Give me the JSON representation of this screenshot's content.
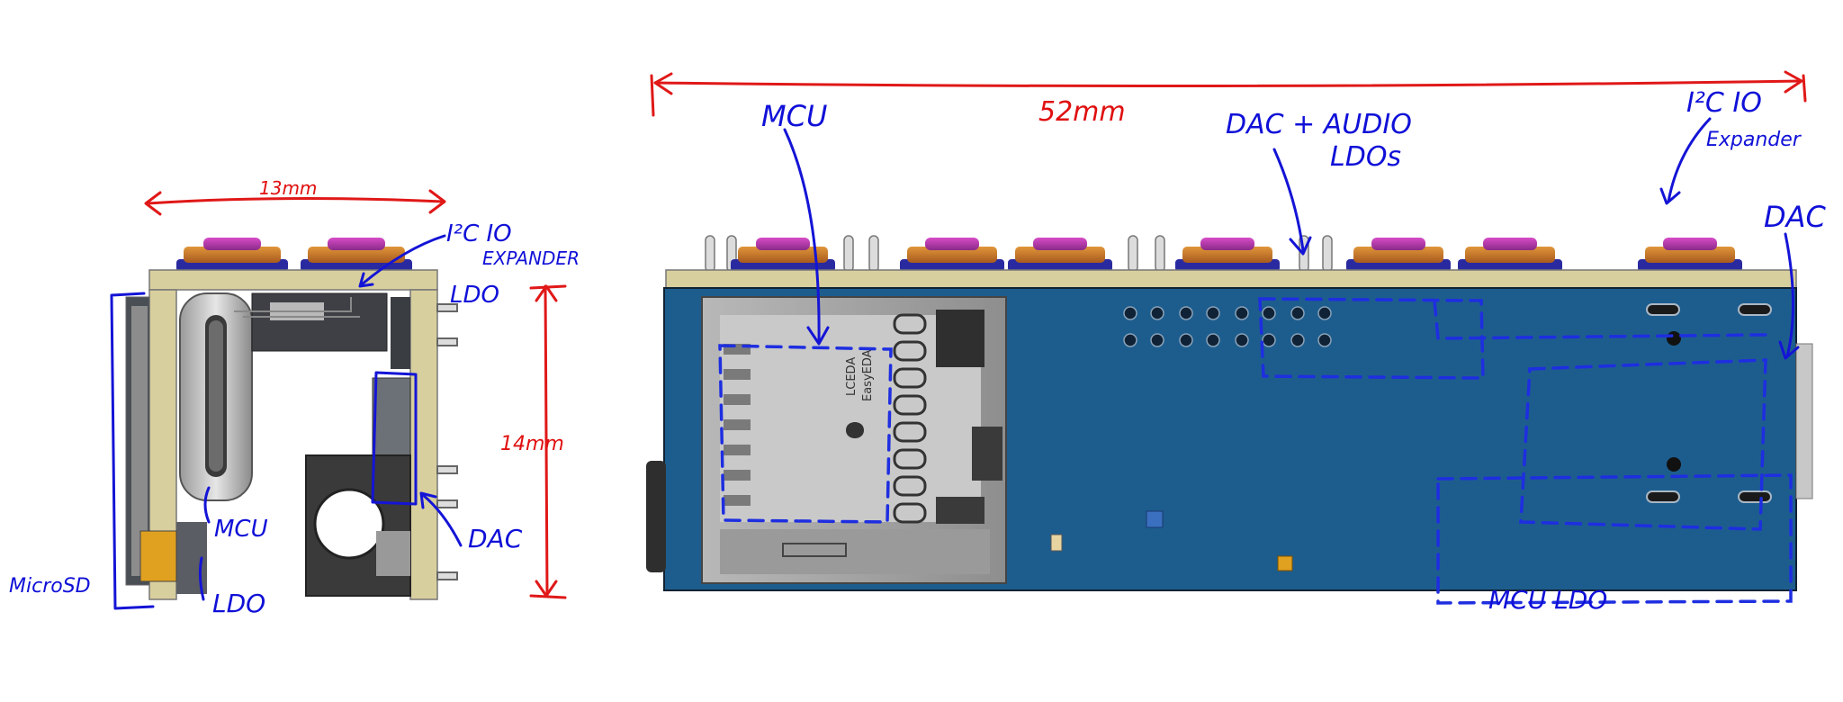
{
  "left_view": {
    "dimensions": {
      "width": "13mm",
      "height": "14mm"
    },
    "labels": {
      "i2c_line1": "I²C IO",
      "i2c_line2": "EXPANDER",
      "ldo_top": "LDO",
      "mcu": "MCU",
      "dac": "DAC",
      "microsd": "MicroSD",
      "ldo_bottom": "LDO"
    }
  },
  "right_view": {
    "dimensions": {
      "length": "52mm"
    },
    "labels": {
      "mcu": "MCU",
      "dac_audio_line1": "DAC + AUDIO",
      "dac_audio_line2": "LDOs",
      "i2c_line1": "I²C IO",
      "i2c_line2": "Expander",
      "dac": "DAC",
      "mcu_ldo": "MCU LDO"
    },
    "sd_card_logo_line1": "LCEDA",
    "sd_card_logo_line2": "EasyEDA"
  },
  "colors": {
    "pcb_blue": "#1d5d8e",
    "board_edge": "#d8cf9e",
    "annotation_blue": "#1414d6",
    "annotation_red": "#e01818"
  }
}
